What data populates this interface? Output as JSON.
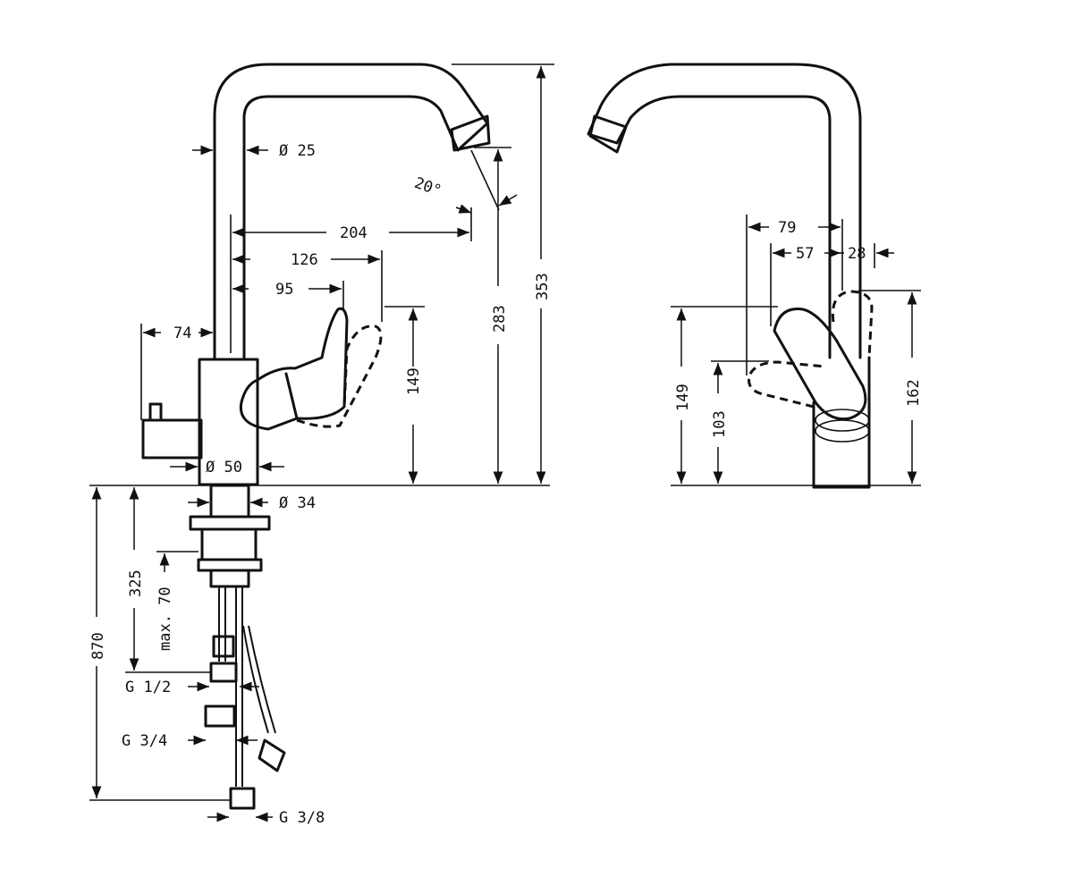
{
  "dimensions": {
    "d25": "Ø 25",
    "d204": "204",
    "d126": "126",
    "d95": "95",
    "d74": "74",
    "d20deg": "20°",
    "d149": "149",
    "d283": "283",
    "d353": "353",
    "d50": "Ø 50",
    "d34": "Ø 34",
    "d325": "325",
    "max70": "max. 70",
    "d870": "870",
    "g12": "G 1/2",
    "g34": "G 3/4",
    "g38": "G 3/8",
    "s79": "79",
    "s57": "57",
    "s28": "28",
    "s149": "149",
    "s103": "103",
    "s162": "162"
  }
}
